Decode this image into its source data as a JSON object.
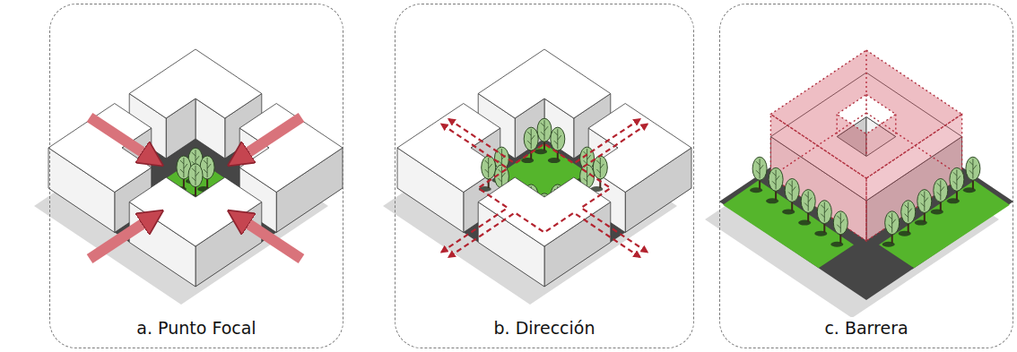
{
  "diagram": {
    "nodes": [
      {
        "text": [
          "a. Punto Focal"
        ]
      },
      {
        "text": [
          "b. Dirección"
        ]
      },
      {
        "text": [
          "c. Barrera"
        ]
      }
    ]
  }
}
